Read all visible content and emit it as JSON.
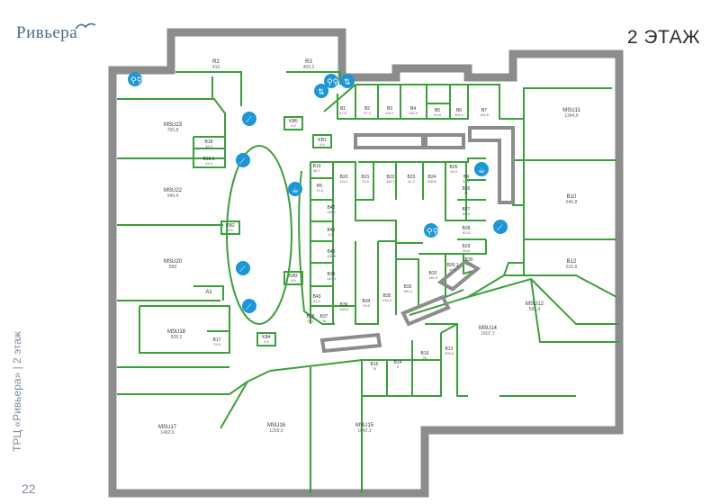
{
  "header": {
    "logo_text": "Ривьера",
    "floor_title": "2 ЭТАЖ"
  },
  "side_caption": "ТРЦ «Ривьера» | 2 этаж",
  "page_number": "22",
  "colors": {
    "partition": "#3aa03a",
    "outer_wall": "#8c8c8c",
    "amenity_icon": "#1b96d6"
  },
  "units": [
    {
      "id": "R2",
      "area": "416"
    },
    {
      "id": "R3",
      "area": "402,2"
    },
    {
      "id": "B1",
      "area": "67,6"
    },
    {
      "id": "B2",
      "area": "97,5"
    },
    {
      "id": "B3",
      "area": "110,7"
    },
    {
      "id": "B4",
      "area": "126,9"
    },
    {
      "id": "B5",
      "area": "26,8"
    },
    {
      "id": "B6",
      "area": "104,2"
    },
    {
      "id": "B7",
      "area": "153,6"
    },
    {
      "id": "MSU11",
      "area": "1344,6"
    },
    {
      "id": "MSU23",
      "area": "765,8"
    },
    {
      "id": "KB5",
      "area": "6,9"
    },
    {
      "id": "KB1",
      "area": "6,9"
    },
    {
      "id": "B18",
      "area": "44,3"
    },
    {
      "id": "B18.1",
      "area": "43,4"
    },
    {
      "id": "B19",
      "area": "56,7"
    },
    {
      "id": "B20",
      "area": "114,1"
    },
    {
      "id": "B21",
      "area": "76,9"
    },
    {
      "id": "B22",
      "area": "444,1"
    },
    {
      "id": "B23",
      "area": "91,3"
    },
    {
      "id": "B24",
      "area": "208,8"
    },
    {
      "id": "B25",
      "area": "26,9"
    },
    {
      "id": "B4",
      "area": "30,1"
    },
    {
      "id": "B26",
      "area": "57"
    },
    {
      "id": "B27",
      "area": "80,8"
    },
    {
      "id": "B28",
      "area": "82,5"
    },
    {
      "id": "B10",
      "area": "646,8"
    },
    {
      "id": "MSU22",
      "area": "949,4"
    },
    {
      "id": "R5",
      "area": "72,5"
    },
    {
      "id": "B42",
      "area": "135,1"
    },
    {
      "id": "KB2",
      "area": "6,9"
    },
    {
      "id": "B41",
      "area": "127"
    },
    {
      "id": "MSU20",
      "area": "868"
    },
    {
      "id": "B40",
      "area": "135,8"
    },
    {
      "id": "B29",
      "area": "56,8"
    },
    {
      "id": "B30",
      "area": "16,1"
    },
    {
      "id": "B30.1",
      "area": "40,6"
    },
    {
      "id": "B32",
      "area": "146,9"
    },
    {
      "id": "B12",
      "area": "515,8"
    },
    {
      "id": "B39",
      "area": "140,4"
    },
    {
      "id": "KB3",
      "area": "6,5"
    },
    {
      "id": "B33",
      "area": "186,4"
    },
    {
      "id": "A1",
      "area": ""
    },
    {
      "id": "B43",
      "area": "81,2"
    },
    {
      "id": "B36",
      "area": "108,5"
    },
    {
      "id": "B34",
      "area": "93,5"
    },
    {
      "id": "B35",
      "area": "215,4"
    },
    {
      "id": "MSU12",
      "area": "582,4"
    },
    {
      "id": "B38",
      "area": "25,2"
    },
    {
      "id": "B37",
      "area": "26"
    },
    {
      "id": "MSU18",
      "area": "828,2"
    },
    {
      "id": "MSU14",
      "area": "1607,7"
    },
    {
      "id": "B17",
      "area": "79,5"
    },
    {
      "id": "KB4",
      "area": "6,9"
    },
    {
      "id": "B13",
      "area": "303,6"
    },
    {
      "id": "B16",
      "area": "26"
    },
    {
      "id": "B15",
      "area": "76"
    },
    {
      "id": "B14",
      "area": "6"
    },
    {
      "id": "MSU17",
      "area": "1492,6"
    },
    {
      "id": "MSU16",
      "area": "1203,9"
    },
    {
      "id": "MSU15",
      "area": "1042,3"
    }
  ]
}
